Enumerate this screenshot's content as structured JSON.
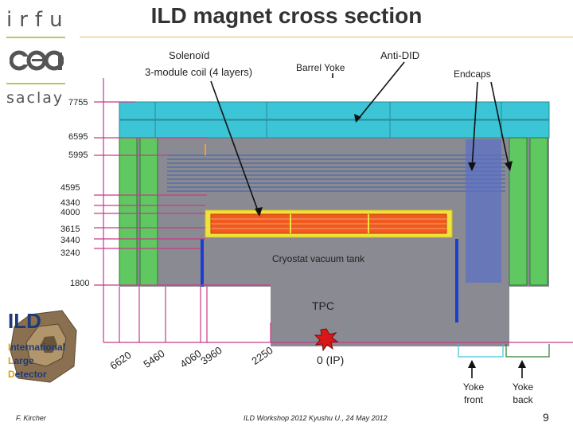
{
  "logo": {
    "irfu": "irfu",
    "saclay": "saclay"
  },
  "title": "ILD magnet cross section",
  "labels": {
    "solenoid": "Solenoïd",
    "coil": "3-module coil (4 layers)",
    "barrel_yoke": "Barrel Yoke",
    "anti_did": "Anti-DID",
    "endcaps": "Endcaps",
    "cryostat": "Cryostat vacuum tank",
    "tpc": "TPC",
    "ip": "0 (IP)",
    "yoke_front": "Yoke front",
    "yoke_back": "Yoke back"
  },
  "radii": [
    "7755",
    "6595",
    "5995",
    "4595",
    "4340",
    "4000",
    "3615",
    "3440",
    "3240",
    "1800"
  ],
  "z_positions": [
    "6620",
    "5460",
    "4060",
    "3960",
    "2250"
  ],
  "ild_logo": {
    "title": "ILD",
    "line1": "nternational",
    "line2": "arge",
    "line3": "etector",
    "l1": "I",
    "l2": "L",
    "l3": "D"
  },
  "footer": {
    "author": "F. Kircher",
    "event": "ILD Workshop 2012 Kyushu U., 24 May 2012",
    "page": "9"
  },
  "colors": {
    "detector_bg": "#8a8a92",
    "yoke": "#3bc5d6",
    "coil": "#f05a1e",
    "coil_frame": "#f0e23a",
    "endcap": "#5fc860",
    "marker": "#c83a88"
  }
}
